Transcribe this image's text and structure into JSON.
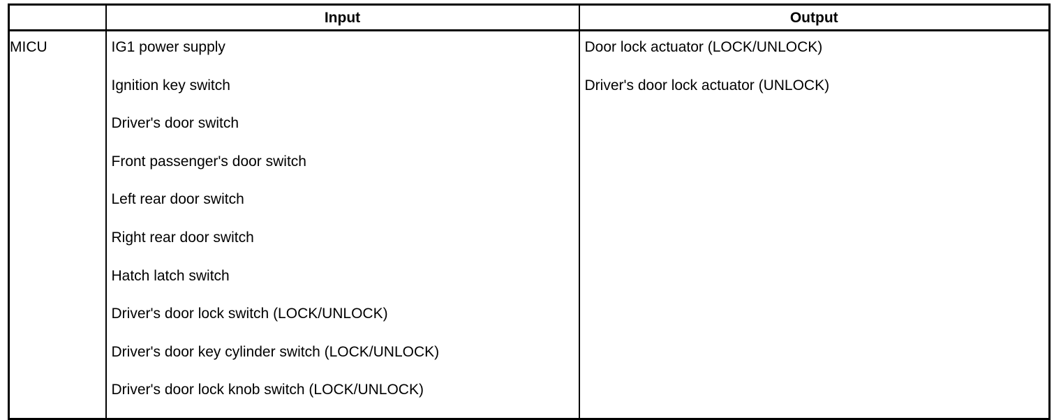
{
  "document": {
    "type": "input-output-table",
    "colors": {
      "text": "#000000",
      "background": "#ffffff",
      "border": "#000000"
    }
  },
  "table": {
    "headers": {
      "system": "",
      "input": "Input",
      "output": "Output"
    },
    "rows": [
      {
        "system": "MICU",
        "inputs": [
          "IG1 power supply",
          "Ignition key switch",
          "Driver's door switch",
          "Front passenger's door switch",
          "Left rear door switch",
          "Right rear door switch",
          "Hatch latch switch",
          "Driver's door lock switch (LOCK/UNLOCK)",
          "Driver's door key cylinder switch (LOCK/UNLOCK)",
          "Driver's door lock knob switch (LOCK/UNLOCK)"
        ],
        "outputs": [
          "Door lock actuator (LOCK/UNLOCK)",
          "Driver's door lock actuator (UNLOCK)"
        ]
      }
    ]
  }
}
